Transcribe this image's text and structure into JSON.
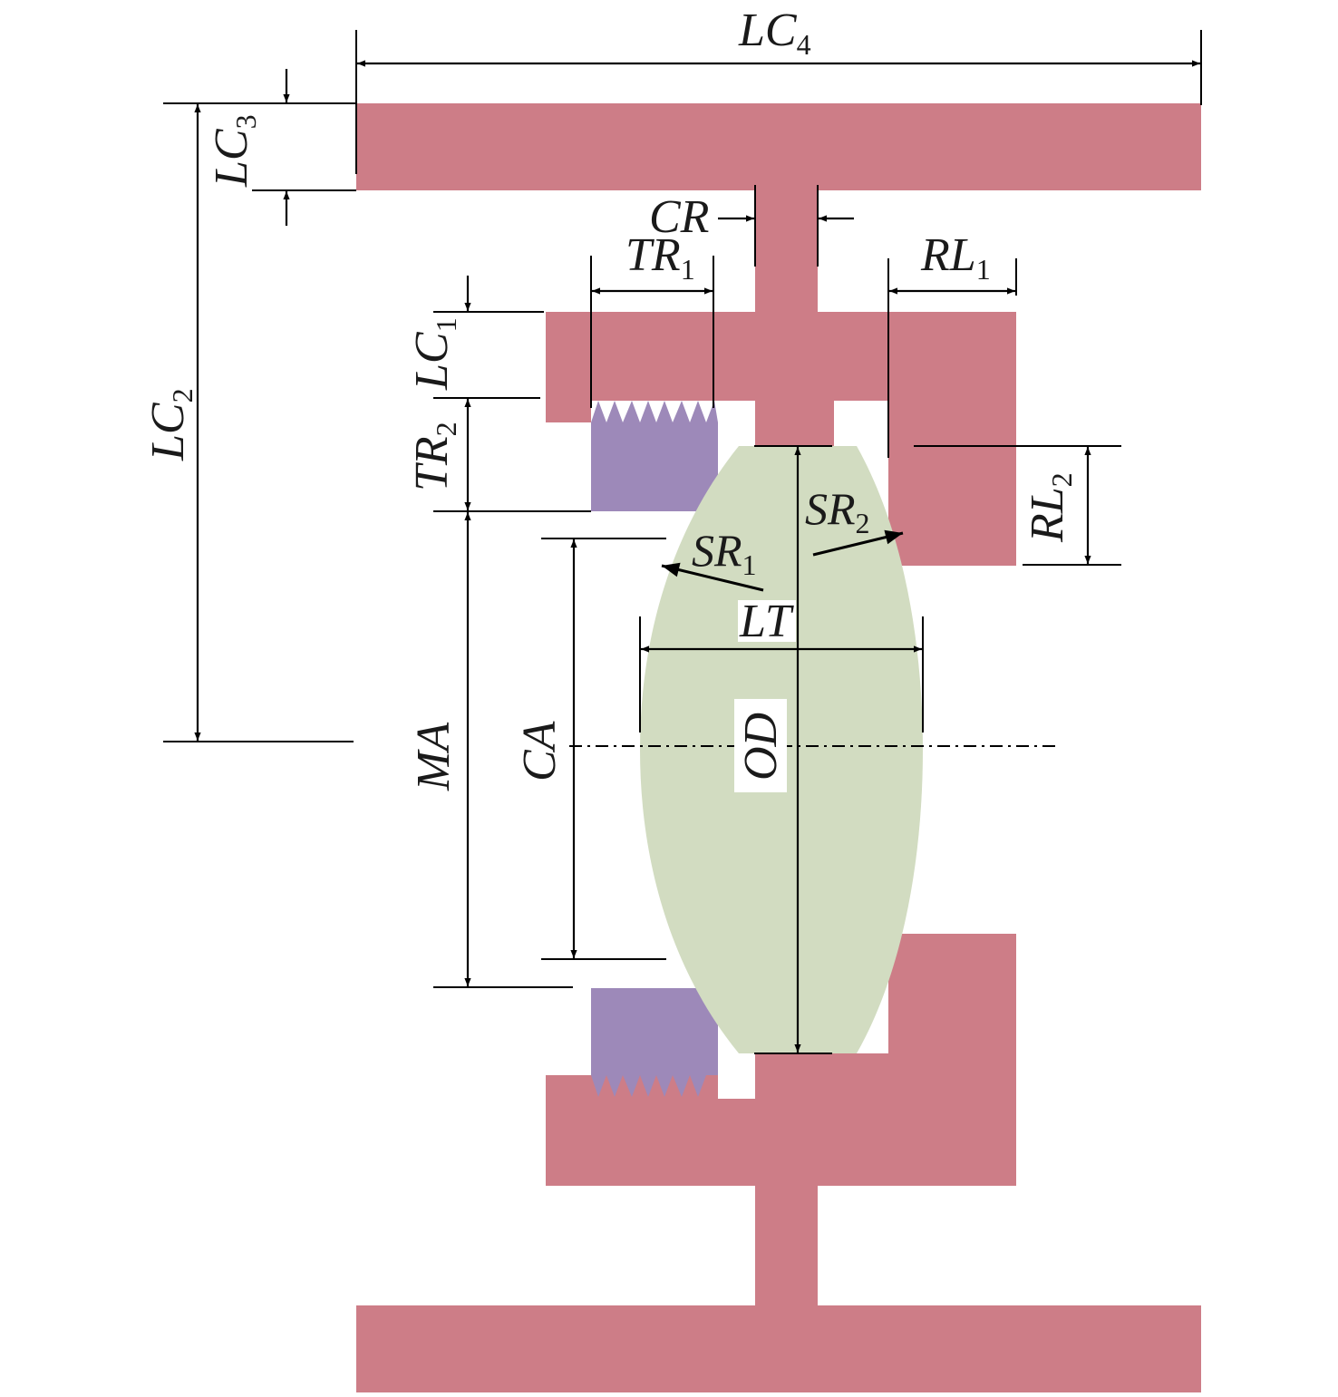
{
  "colors": {
    "mount": "#cd7d87",
    "retainer": "#9d89b9",
    "lens": "#d2dcc1",
    "line": "#000000"
  },
  "labels": {
    "lc4": {
      "main": "LC",
      "sub": "4"
    },
    "lc3": {
      "main": "LC",
      "sub": "3"
    },
    "lc2": {
      "main": "LC",
      "sub": "2"
    },
    "lc1": {
      "main": "LC",
      "sub": "1"
    },
    "cr": {
      "main": "CR"
    },
    "tr1": {
      "main": "TR",
      "sub": "1"
    },
    "tr2": {
      "main": "TR",
      "sub": "2"
    },
    "rl1": {
      "main": "RL",
      "sub": "1"
    },
    "rl2": {
      "main": "RL",
      "sub": "2"
    },
    "sr1": {
      "main": "SR",
      "sub": "1"
    },
    "sr2": {
      "main": "SR",
      "sub": "2"
    },
    "lt": {
      "main": "LT"
    },
    "od": {
      "main": "OD"
    },
    "ma": {
      "main": "MA"
    },
    "ca": {
      "main": "CA"
    }
  }
}
